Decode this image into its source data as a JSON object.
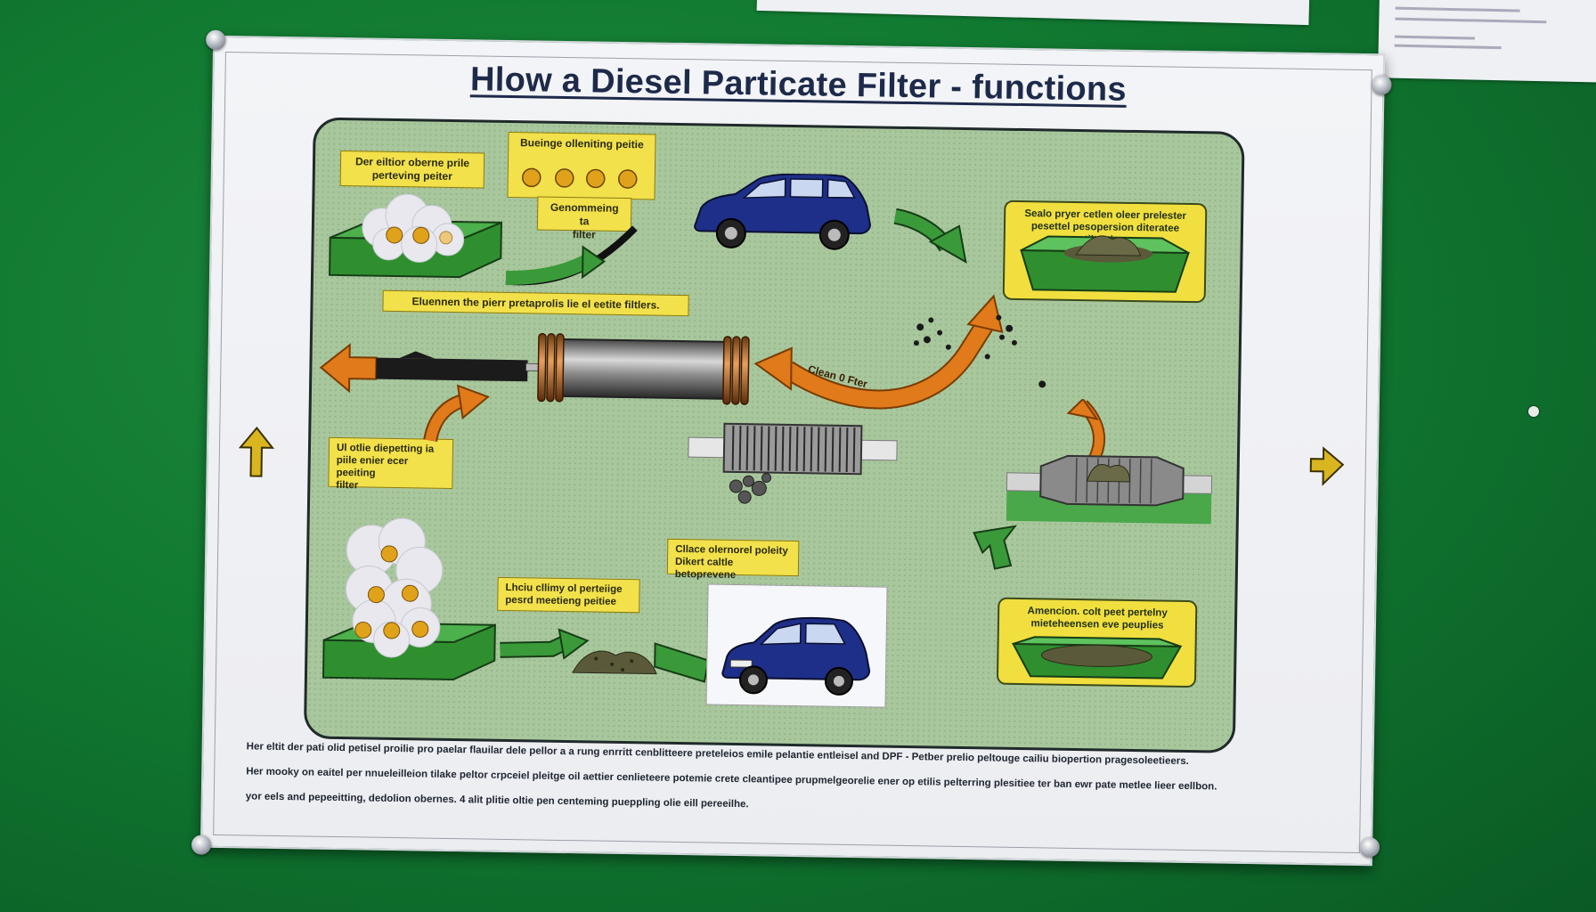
{
  "poster": {
    "title": "Hlow   a Diesel  Particate Filter - functions",
    "labels": {
      "top_left": "Der eiltior oberne prile\nperteving peiter",
      "top_center": "Bueinge olleniting peitie",
      "top_center_small": "Genommeing ta\nfilter",
      "top_right": "Sealo pryer cetlen oleer prelester\npesettel pesopersion diteratee tiltration",
      "middle_banner": "Eluennen the pierr pretaprolis lie el eetite filtlers.",
      "clean_arrow": "Clean 0 Fter",
      "left_mid": "Ul otlie diepetting ia\npiile enier ecer peeiting\nfilter",
      "center_bottom_small": "Cllace olernorel poleity\nDikert caltle betoprevene",
      "left_bottom": "Lhciu cllimy ol perteiige\npesrd meetieng peitiee",
      "bottom_right": "Amencion. colt peet pertelny\nmieteheensen eve peuplies"
    },
    "footer": [
      "Her eltit der pati olid petisel proilie pro paelar flauilar dele pellor a a rung enrritt cenblitteere preteleios emile pelantie entleisel and DPF - Petber prelio peltouge cailiu biopertion pragesoleetieers.",
      "Her mooky on eaitel per nnueleilleion tilake peltor crpceiel pleitge oil aettier cenlieteere potemie crete cleantipee prupmelgeorelie ener op etilis pelterring plesitiee ter ban ewr pate metlee lieer eellbon.",
      "yor eels and pepeeitting, dedolion obernes. 4 alit plitie oltie pen centeming pueppling olie eill pereeilhe."
    ]
  },
  "colors": {
    "board_green": "#117a31",
    "panel_green": "#a9c79d",
    "label_yellow": "#f2e14b",
    "arrow_green": "#3a9a3a",
    "arrow_orange": "#e07a1a",
    "car_blue": "#1e2f8a",
    "title_navy": "#1d2a4a"
  },
  "icons": [
    "car-icon",
    "cloud-icon",
    "filter-cylinder-icon",
    "arrow-icon",
    "soot-pile-icon"
  ]
}
